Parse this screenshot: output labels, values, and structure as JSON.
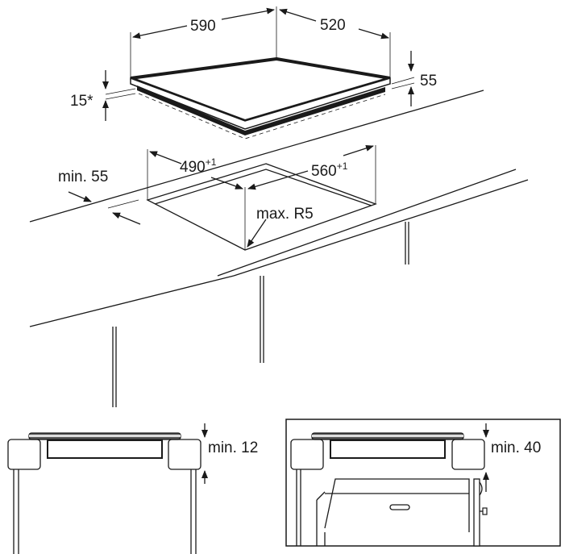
{
  "dimensions": {
    "hob_width": "590",
    "hob_depth": "520",
    "hob_height": "55",
    "hob_gap": "15*",
    "cutout_depth": "490",
    "cutout_depth_tol": "+1",
    "cutout_width": "560",
    "cutout_width_tol": "+1",
    "front_distance": "min. 55",
    "corner_radius": "max. R5"
  },
  "sections": {
    "left_clearance": "min. 12",
    "right_clearance": "min. 40"
  }
}
